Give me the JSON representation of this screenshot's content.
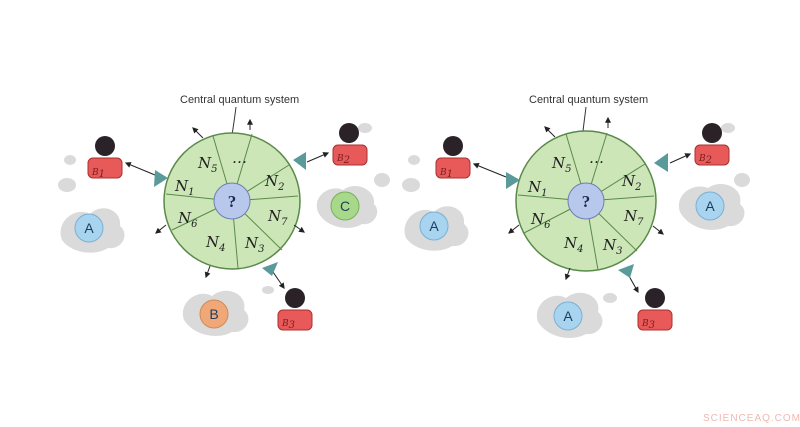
{
  "left_panel": {
    "central_label": "Central quantum system",
    "center_symbol": "?",
    "sectors": [
      "N5",
      "…",
      "N2",
      "N7",
      "N3",
      "N4",
      "N6",
      "N1"
    ],
    "observers": [
      {
        "label": "B1"
      },
      {
        "label": "B2"
      },
      {
        "label": "B3"
      }
    ],
    "clouds": [
      {
        "letter": "A",
        "color": "#a8d4f0"
      },
      {
        "letter": "B",
        "color": "#f0a878"
      },
      {
        "letter": "C",
        "color": "#a8d88a"
      }
    ]
  },
  "right_panel": {
    "central_label": "Central quantum system",
    "center_symbol": "?",
    "sectors": [
      "N5",
      "…",
      "N2",
      "N7",
      "N3",
      "N4",
      "N6",
      "N1"
    ],
    "observers": [
      {
        "label": "B1"
      },
      {
        "label": "B2"
      },
      {
        "label": "B3"
      }
    ],
    "clouds": [
      {
        "letter": "A",
        "color": "#a8d4f0"
      },
      {
        "letter": "A",
        "color": "#a8d4f0"
      },
      {
        "letter": "A",
        "color": "#a8d4f0"
      }
    ]
  },
  "watermark": "SCIENCEAQ.COM",
  "colors": {
    "wheel_fill": "#cde6b8",
    "wheel_stroke": "#5a8a4a",
    "center_fill": "#b8c8ec",
    "observer_body": "#e85a5a",
    "observer_head": "#2a2226",
    "cloud_fill": "#dadada",
    "pointer_fill": "#5a9a9a"
  }
}
